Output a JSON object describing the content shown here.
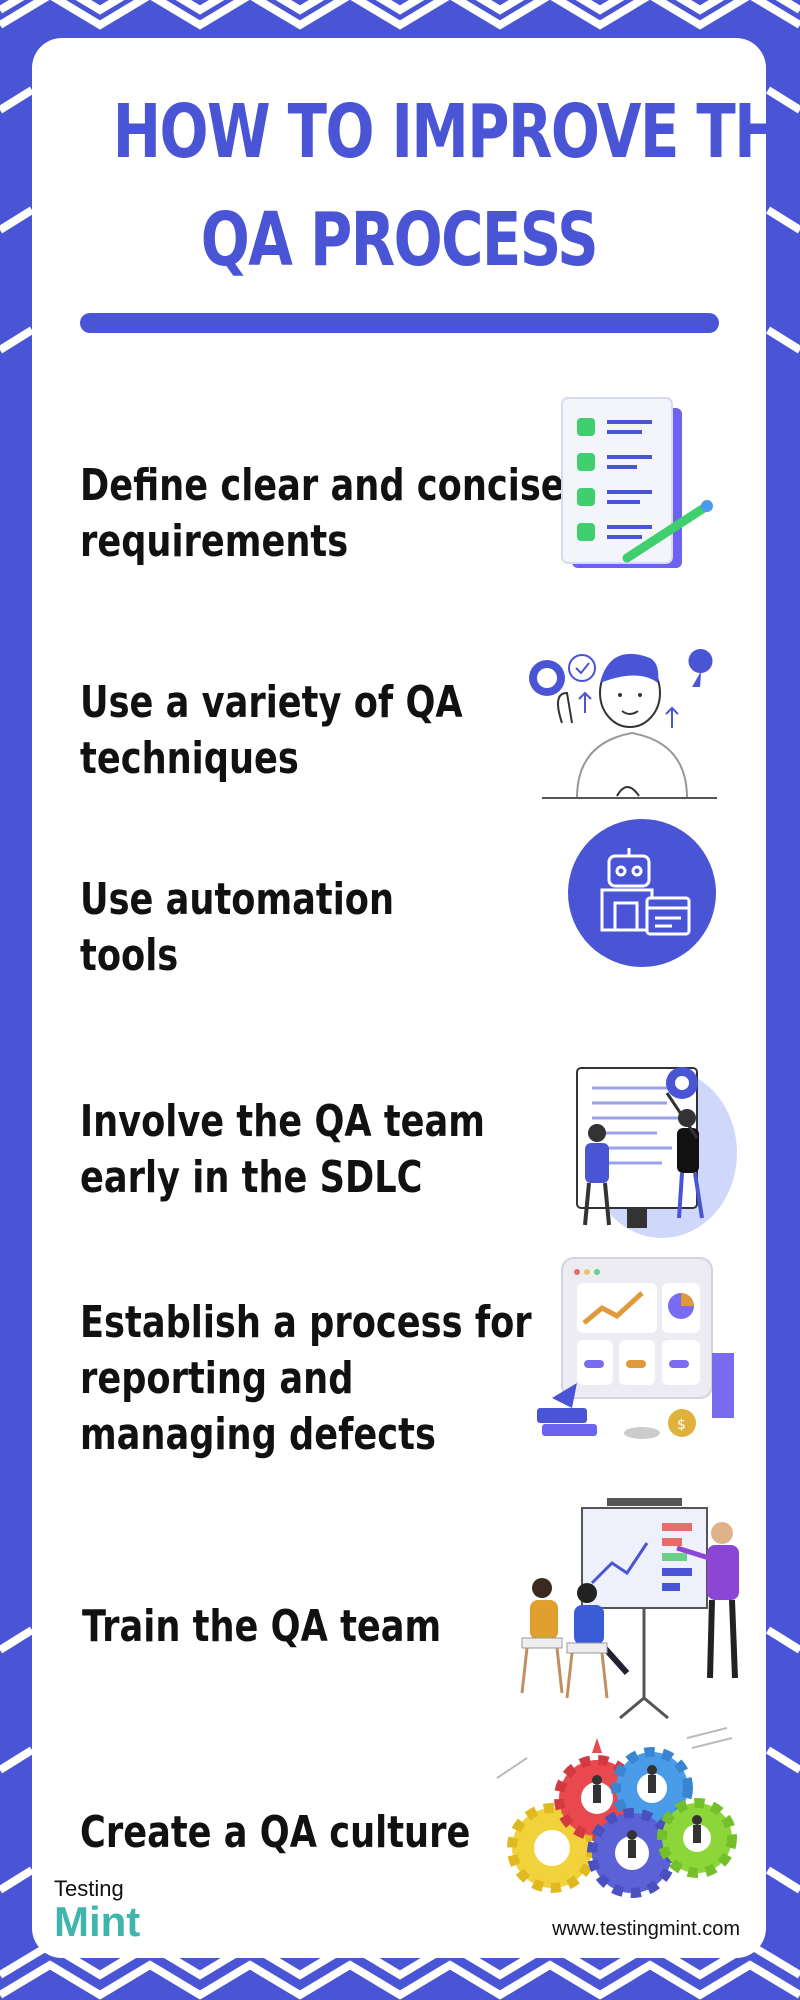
{
  "title": {
    "line1": "HOW TO IMPROVE THE",
    "line2": "QA PROCESS"
  },
  "steps": [
    {
      "lines": [
        "Define clear and concise",
        "requirements"
      ],
      "icon": "checklist-icon"
    },
    {
      "lines": [
        "Use a variety of QA",
        "techniques"
      ],
      "icon": "thinking-person-icon"
    },
    {
      "lines": [
        "Use automation",
        "tools"
      ],
      "icon": "robot-icon"
    },
    {
      "lines": [
        "Involve the QA team",
        "early in the SDLC"
      ],
      "icon": "team-collaboration-icon"
    },
    {
      "lines": [
        "Establish a process for",
        "reporting and",
        "managing defects"
      ],
      "icon": "dashboard-analytics-icon"
    },
    {
      "lines": [
        "Train the QA team"
      ],
      "icon": "presentation-training-icon"
    },
    {
      "lines": [
        "Create a QA culture"
      ],
      "icon": "gears-team-icon"
    }
  ],
  "footer": {
    "logo_top": "Testing",
    "logo_bottom": "Mint",
    "website": "www.testingmint.com"
  },
  "colors": {
    "primary": "#4a55d6",
    "accent_green": "#3fb5ae",
    "text": "#111111",
    "background": "#ffffff"
  }
}
